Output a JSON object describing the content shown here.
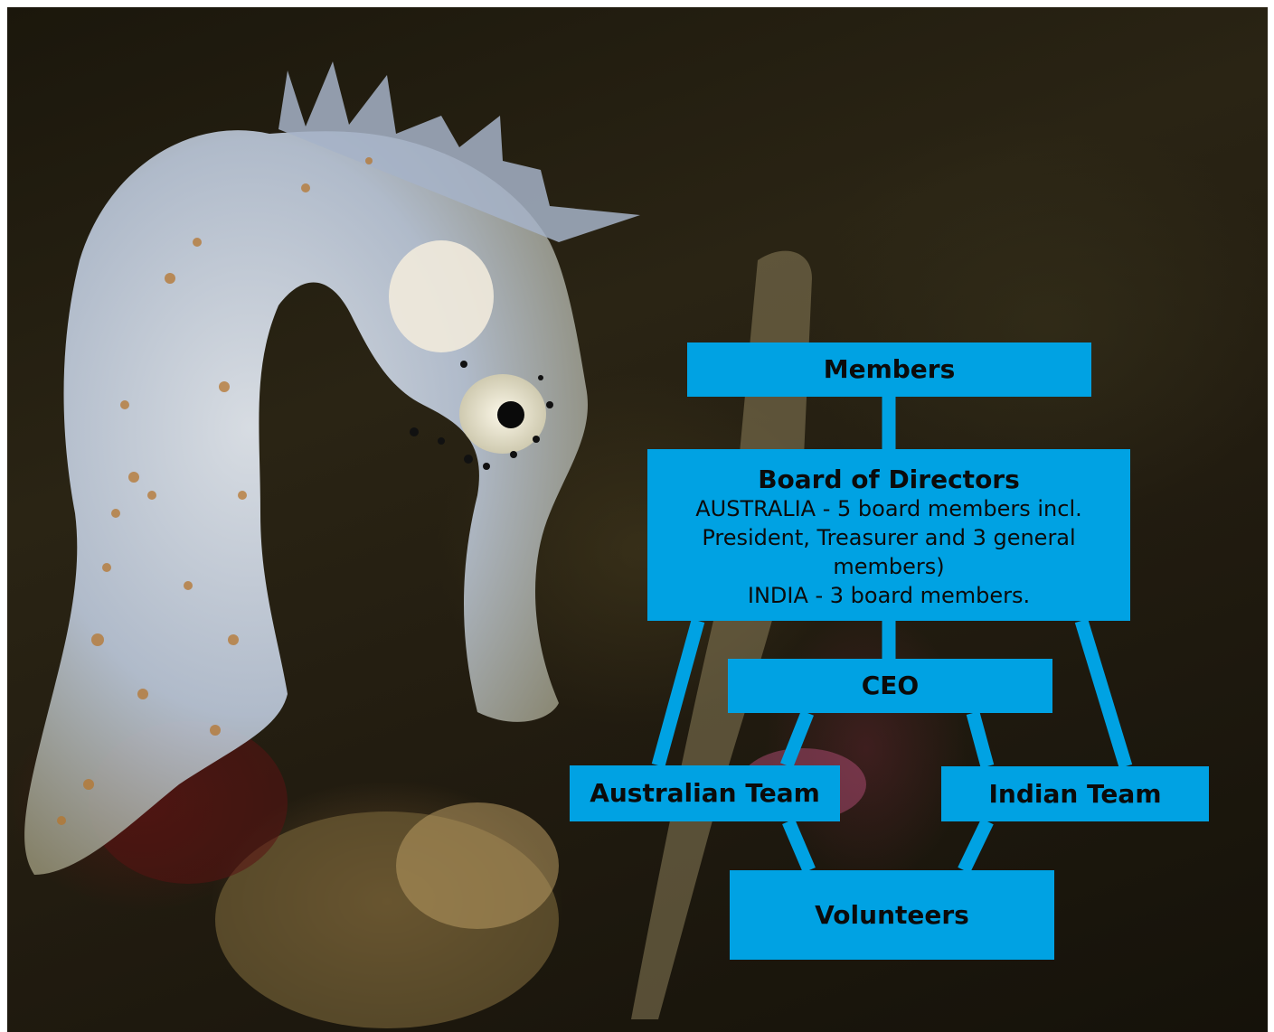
{
  "diagram": {
    "nodes": {
      "members": {
        "title": "Members"
      },
      "board": {
        "title": "Board of Directors",
        "lines": [
          "AUSTRALIA - 5 board members incl.",
          "President, Treasurer and 3 general",
          "members)",
          "INDIA - 3 board members."
        ]
      },
      "ceo": {
        "title": "CEO"
      },
      "australian_team": {
        "title": "Australian Team"
      },
      "indian_team": {
        "title": "Indian Team"
      },
      "volunteers": {
        "title": "Volunteers"
      }
    },
    "edges": [
      {
        "from": "Members",
        "to": "Board of Directors"
      },
      {
        "from": "Board of Directors",
        "to": "CEO"
      },
      {
        "from": "Board of Directors",
        "to": "Australian Team"
      },
      {
        "from": "Board of Directors",
        "to": "Indian Team"
      },
      {
        "from": "CEO",
        "to": "Australian Team"
      },
      {
        "from": "CEO",
        "to": "Indian Team"
      },
      {
        "from": "Australian Team",
        "to": "Volunteers"
      },
      {
        "from": "Indian Team",
        "to": "Volunteers"
      }
    ],
    "colors": {
      "box": "#00a2e3",
      "text": "#0b0b0b"
    }
  },
  "background": {
    "subject": "seahorse-photo"
  }
}
